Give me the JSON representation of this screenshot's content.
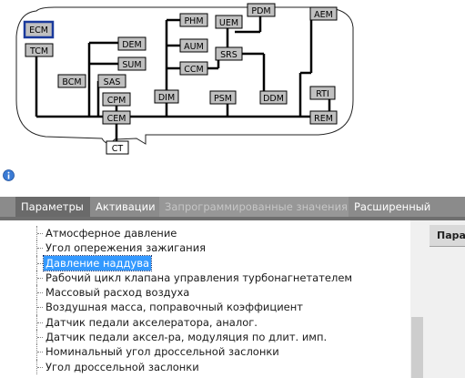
{
  "diagram": {
    "modules": [
      {
        "id": "ECM",
        "label": "ECM",
        "highlight": true
      },
      {
        "id": "TCM",
        "label": "TCM"
      },
      {
        "id": "DEM",
        "label": "DEM"
      },
      {
        "id": "SUM",
        "label": "SUM"
      },
      {
        "id": "BCM",
        "label": "BCM"
      },
      {
        "id": "SAS",
        "label": "SAS"
      },
      {
        "id": "CPM",
        "label": "CPM"
      },
      {
        "id": "CEM",
        "label": "CEM"
      },
      {
        "id": "CT",
        "label": "CT"
      },
      {
        "id": "PHM",
        "label": "PHM"
      },
      {
        "id": "AUM",
        "label": "AUM"
      },
      {
        "id": "CCM",
        "label": "CCM"
      },
      {
        "id": "DIM",
        "label": "DIM"
      },
      {
        "id": "UEM",
        "label": "UEM"
      },
      {
        "id": "PDM",
        "label": "PDM"
      },
      {
        "id": "SRS",
        "label": "SRS"
      },
      {
        "id": "PSM",
        "label": "PSM"
      },
      {
        "id": "DDM",
        "label": "DDM"
      },
      {
        "id": "AEM",
        "label": "AEM"
      },
      {
        "id": "RTI",
        "label": "RTI"
      },
      {
        "id": "REM",
        "label": "REM"
      }
    ]
  },
  "tabs": [
    {
      "label": "Параметры",
      "state": "active"
    },
    {
      "label": "Активации",
      "state": "normal"
    },
    {
      "label": "Запрограммированные значения",
      "state": "disabled"
    },
    {
      "label": "Расширенный",
      "state": "normal"
    }
  ],
  "parameters": [
    {
      "label": "Атмосферное давление"
    },
    {
      "label": "Угол опережения зажигания"
    },
    {
      "label": "Давление наддува",
      "selected": true
    },
    {
      "label": "Рабочий цикл клапана управления турбонагнетателем"
    },
    {
      "label": "Массовый расход воздуха"
    },
    {
      "label": "Воздушная масса, поправочный коэффициент"
    },
    {
      "label": "Датчик педали акселератора, аналог."
    },
    {
      "label": "Датчик педали аксел-ра, модуляция по длит. имп."
    },
    {
      "label": "Номинальный угол дроссельной заслонки"
    },
    {
      "label": "Угол дроссельной заслонки"
    }
  ],
  "right_panel": {
    "header": "Пара"
  },
  "colors": {
    "highlight_border": "#1a3a9c",
    "module_fill": "#c0c0c0",
    "selection": "#3399ff",
    "tab_active": "#6f6f6f",
    "tab_bar": "#8b8b8b"
  },
  "icons": {
    "info": "info-icon"
  }
}
